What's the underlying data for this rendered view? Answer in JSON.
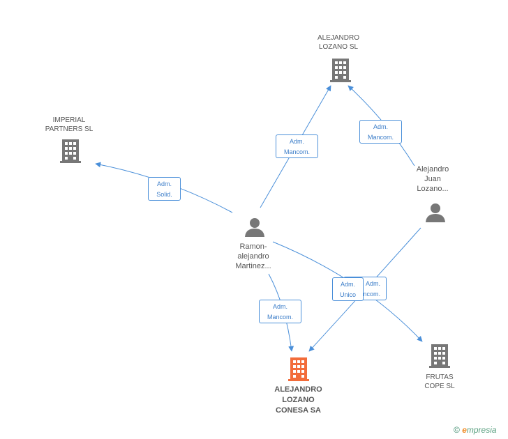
{
  "nodes": {
    "alejandro_lozano_sl": {
      "label": "ALEJANDRO\nLOZANO SL",
      "type": "company"
    },
    "imperial_partners": {
      "label": "IMPERIAL\nPARTNERS  SL",
      "type": "company"
    },
    "alejandro_juan": {
      "label": "Alejandro\nJuan\nLozano...",
      "type": "person"
    },
    "ramon": {
      "label": "Ramon-\nalejandro\nMartinez...",
      "type": "person"
    },
    "alejandro_lozano_conesa": {
      "label": "ALEJANDRO\nLOZANO\nCONESA SA",
      "type": "company-focus"
    },
    "frutas_cope": {
      "label": "FRUTAS\nCOPE SL",
      "type": "company"
    }
  },
  "relations": {
    "ramon_to_lozano_sl": "Adm.\nMancom.",
    "juan_to_lozano_sl": "Adm.\nMancom.",
    "ramon_to_imperial": "Adm.\nSolid.",
    "ramon_to_conesa": "Adm.\nMancom.",
    "ramon_to_frutas": "Adm.\nMancom.",
    "juan_to_conesa": "Adm.\nUnico"
  },
  "footer": {
    "copyright": "©",
    "brand_e": "e",
    "brand_rest": "mpresia"
  },
  "colors": {
    "edge": "#4a8fd9",
    "icon_gray": "#777777",
    "icon_focus": "#f26c3a"
  }
}
